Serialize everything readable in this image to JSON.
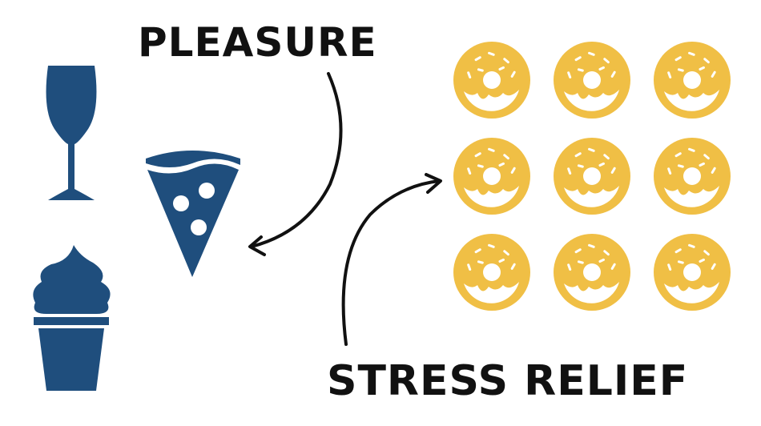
{
  "labels": {
    "pleasure": "PLEASURE",
    "stress_relief": "STRESS RELIEF"
  },
  "colors": {
    "navy": "#1f4e7d",
    "donut": "#f0bf45",
    "ink": "#111111",
    "white": "#ffffff"
  },
  "icons": {
    "left_group": [
      "wine-glass-icon",
      "pizza-slice-icon",
      "ice-cream-cone-icon"
    ],
    "donut_grid": {
      "icon": "donut-icon",
      "rows": 3,
      "cols": 3
    }
  },
  "arrows": [
    "pleasure-arrow",
    "stress-relief-arrow"
  ]
}
